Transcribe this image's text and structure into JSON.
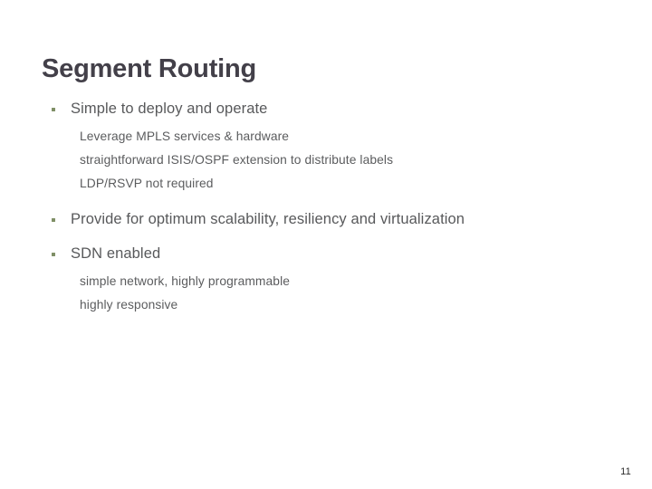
{
  "slide": {
    "title": "Segment Routing",
    "page_number": "11",
    "colors": {
      "background": "#ffffff",
      "title_text": "#434049",
      "body_text": "#58595b",
      "bullet_dot": "#7f8f66",
      "page_number_text": "#2b2b2b"
    }
  },
  "content": {
    "groups": [
      {
        "bullet": "Simple to deploy and operate",
        "sub_items": [
          "Leverage MPLS services & hardware",
          "straightforward ISIS/OSPF extension to distribute labels",
          "LDP/RSVP not required"
        ]
      },
      {
        "bullet": "Provide for optimum scalability, resiliency and virtualization",
        "sub_items": []
      },
      {
        "bullet": "SDN enabled",
        "sub_items": [
          "simple network, highly programmable",
          "highly responsive"
        ]
      }
    ]
  }
}
